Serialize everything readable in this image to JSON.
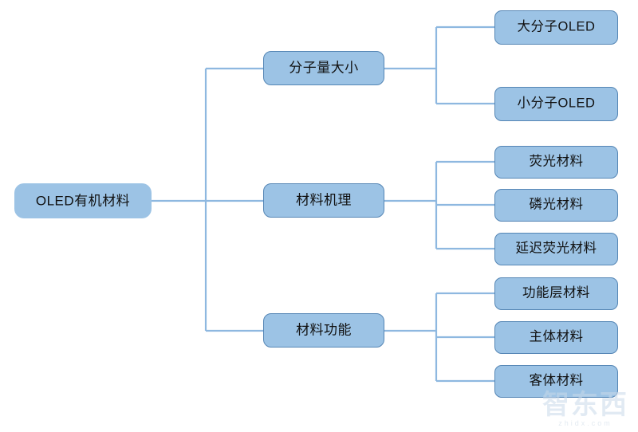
{
  "diagram": {
    "type": "tree",
    "orientation": "left-to-right",
    "background_color": "#ffffff",
    "node_fill_color": "#9cc3e5",
    "node_border_color": "#5586b5",
    "connector_color": "#8eb8e0",
    "root": {
      "label": "OLED有机材料"
    },
    "branches": [
      {
        "label": "分子量大小",
        "children": [
          {
            "label": "大分子OLED"
          },
          {
            "label": "小分子OLED"
          }
        ]
      },
      {
        "label": "材料机理",
        "children": [
          {
            "label": "荧光材料"
          },
          {
            "label": "磷光材料"
          },
          {
            "label": "延迟荧光材料"
          }
        ]
      },
      {
        "label": "材料功能",
        "children": [
          {
            "label": "功能层材料"
          },
          {
            "label": "主体材料"
          },
          {
            "label": "客体材料"
          }
        ]
      }
    ]
  },
  "watermark": {
    "mark": "智东西",
    "url": "zhidx.com"
  }
}
